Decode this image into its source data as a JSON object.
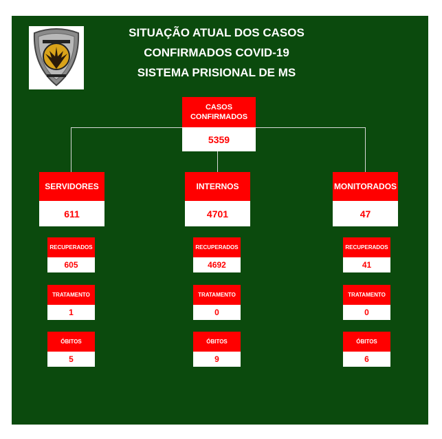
{
  "title": {
    "line1": "SITUAÇÃO ATUAL DOS CASOS",
    "line2": "CONFIRMADOS COVID-19",
    "line3": "SISTEMA PRISIONAL DE MS"
  },
  "logo": {
    "icon": "eagle-badge-icon"
  },
  "colors": {
    "background": "#0b4a0d",
    "header": "#ff0000",
    "value_text": "#ff0000",
    "connector": "#d9d9d9"
  },
  "total": {
    "label": "CASOS CONFIRMADOS",
    "value": "5359"
  },
  "groups": [
    {
      "label": "SERVIDORES",
      "value": "611",
      "recuperados": {
        "label": "RECUPERADOS",
        "value": "605"
      },
      "tratamento": {
        "label": "TRATAMENTO",
        "value": "1"
      },
      "obitos": {
        "label": "ÓBITOS",
        "value": "5"
      }
    },
    {
      "label": "INTERNOS",
      "value": "4701",
      "recuperados": {
        "label": "RECUPERADOS",
        "value": "4692"
      },
      "tratamento": {
        "label": "TRATAMENTO",
        "value": "0"
      },
      "obitos": {
        "label": "ÓBITOS",
        "value": "9"
      }
    },
    {
      "label": "MONITORADOS",
      "value": "47",
      "recuperados": {
        "label": "RECUPERADOS",
        "value": "41"
      },
      "tratamento": {
        "label": "TRATAMENTO",
        "value": "0"
      },
      "obitos": {
        "label": "ÓBITOS",
        "value": "6"
      }
    }
  ]
}
